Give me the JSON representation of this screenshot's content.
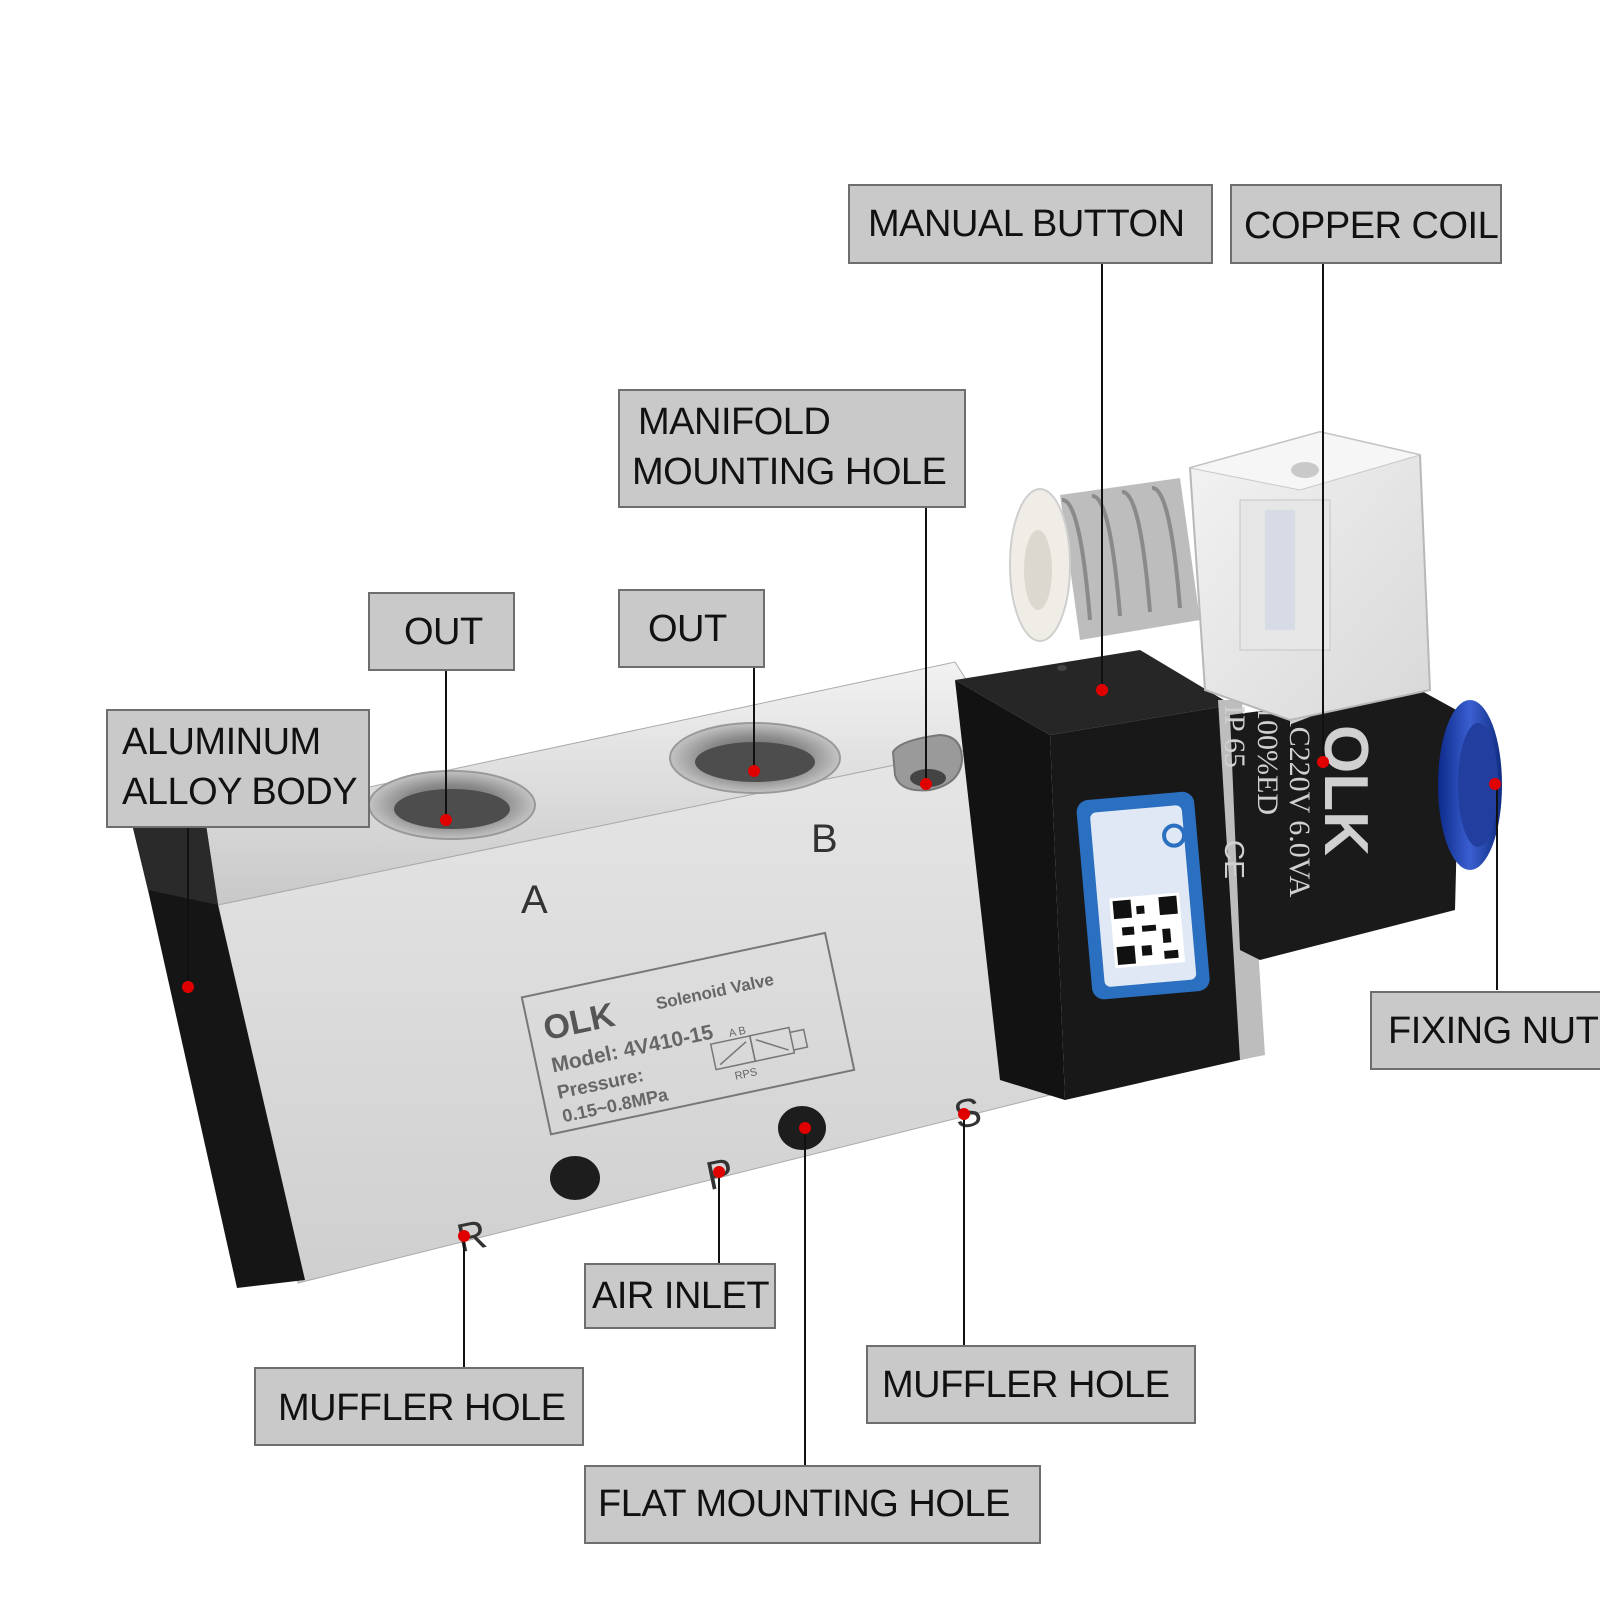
{
  "callouts": {
    "manual_button": "MANUAL BUTTON",
    "copper_coil": "COPPER COIL",
    "manifold_line1": "MANIFOLD",
    "manifold_line2": "MOUNTING HOLE",
    "out_a": "OUT",
    "out_b": "OUT",
    "body_line1": "ALUMINUM",
    "body_line2": "ALLOY BODY",
    "fixing_nut": "FIXING NUT",
    "air_inlet": "AIR INLET",
    "muffler_left": "MUFFLER  HOLE",
    "muffler_right": "MUFFLER  HOLE",
    "flat_mounting": "FLAT MOUNTING HOLE"
  },
  "valve_body": {
    "port_a": "A",
    "port_b": "B",
    "port_r": "R",
    "port_p": "P",
    "port_s": "S"
  },
  "nameplate": {
    "brand": "OLK",
    "product": "Solenoid Valve",
    "model": "Model:  4V410-15",
    "pressure_label": "Pressure:",
    "pressure_value": "0.15~0.8MPa",
    "symbol_ports_top": "A  B",
    "symbol_ports_bottom": "RPS"
  },
  "coil": {
    "brand": "OLK",
    "voltage": "AC220V 6.0VA",
    "duty": "100%ED",
    "protection": "IP 65",
    "cert": "CE"
  },
  "colors": {
    "callout_bg": "#c9c9c9",
    "marker": "#e00000",
    "aluminum": "#d6d6d6",
    "black_parts": "#151515",
    "fixing_nut": "#1f3fa8",
    "sticker": "#2b6fc0"
  }
}
